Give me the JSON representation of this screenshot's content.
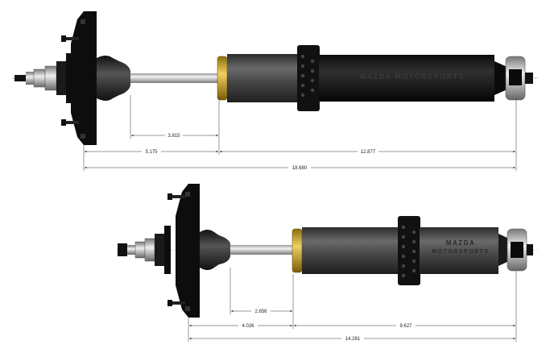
{
  "colors": {
    "background": "#ffffff",
    "body_dark": "#1a1a1a",
    "body_grey": "#4a4a4a",
    "shaft": "#c8c8c8",
    "brass": "#c9a227",
    "mount_plate": "#0d0d0d",
    "dimension_line": "#333333"
  },
  "shock_long": {
    "brand_text": "MAZDA MOTORSPORTS",
    "dimensions": {
      "shaft_exposed": "3.815",
      "mount_to_body": "5.175",
      "body_length": "12.877",
      "overall_length": "18.680"
    }
  },
  "shock_short": {
    "brand_line1": "MAZDA",
    "brand_line2": "MOTORSPORTS",
    "dimensions": {
      "shaft_exposed": "2.656",
      "mount_to_body": "4.026",
      "body_length": "9.627",
      "overall_length": "14.281"
    }
  }
}
